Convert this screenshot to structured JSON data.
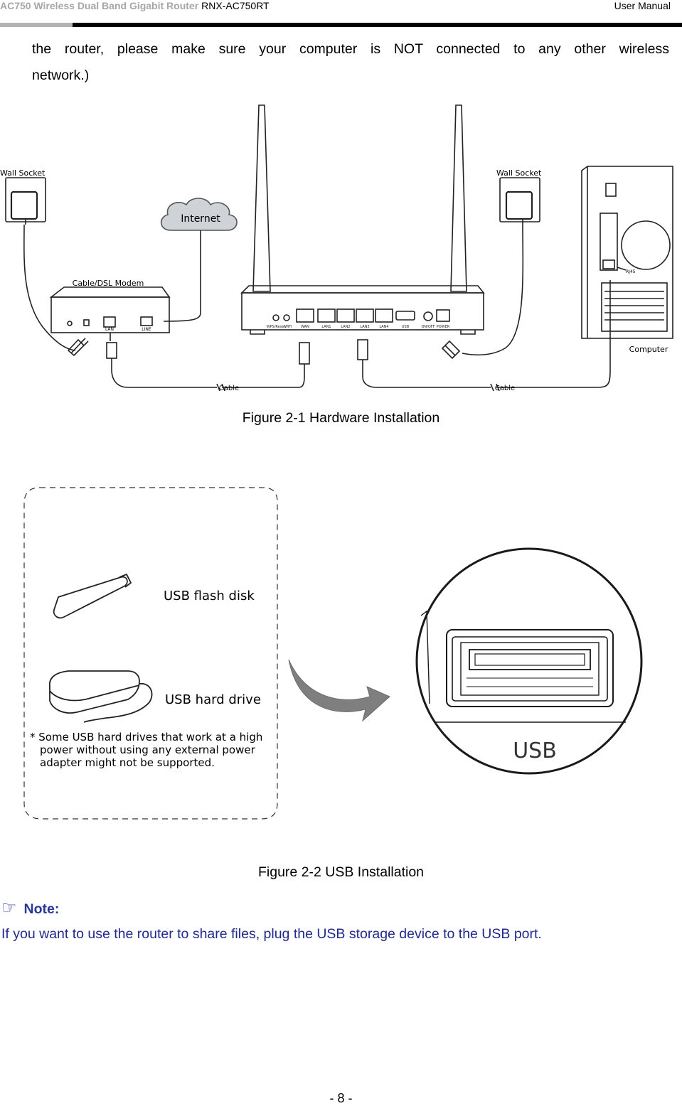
{
  "header": {
    "product": "AC750 Wireless Dual Band Gigabit Router",
    "model": "RNX-AC750RT",
    "doc": "User Manual"
  },
  "intro_text": {
    "line1": "the router, please make sure your computer is NOT connected to any other wireless",
    "line2": "network.)"
  },
  "figure1": {
    "caption": "Figure 2-1 Hardware Installation",
    "labels": {
      "wall_socket_left": "Wall Socket",
      "wall_socket_right": "Wall Socket",
      "internet": "Internet",
      "modem": "Cable/DSL Modem",
      "modem_lan": "LAN",
      "modem_line": "LINE",
      "cable_left": "Cable",
      "cable_right": "Cable",
      "computer": "Computer",
      "rj45": "RJ45",
      "ports": [
        "WPS/Reset",
        "WiFi",
        "WAN",
        "LAN1",
        "LAN2",
        "LAN3",
        "LAN4",
        "USB",
        "ON/OFF",
        "POWER"
      ]
    }
  },
  "figure2": {
    "caption": "Figure 2-2 USB Installation",
    "labels": {
      "flash_disk": "USB flash disk",
      "hard_drive": "USB hard drive",
      "note_line1": "* Some USB hard drives that work at a high",
      "note_line2": "power without using any external power",
      "note_line3": "adapter might not be supported.",
      "usb": "USB"
    }
  },
  "note": {
    "title": "Note:",
    "body": "If you want to use the router to share files, plug the USB storage device to the USB port."
  },
  "page_number": "- 8 -"
}
